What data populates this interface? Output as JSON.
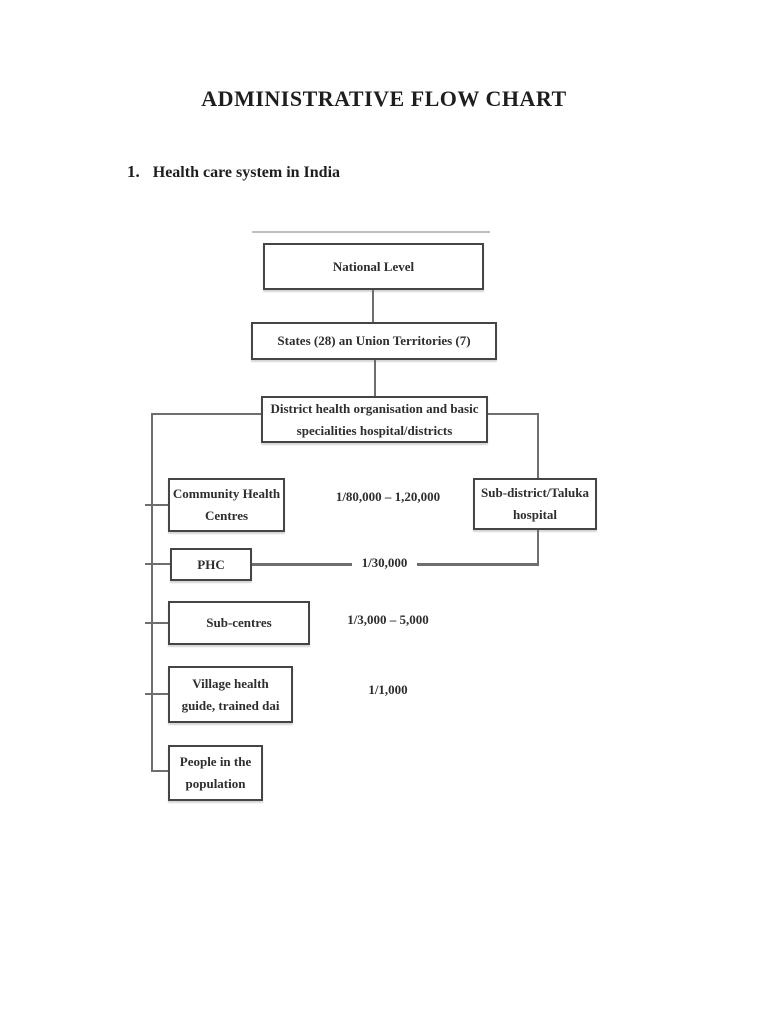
{
  "page": {
    "title": "ADMINISTRATIVE FLOW CHART",
    "section": {
      "number": "1.",
      "heading": "Health care system in India"
    }
  },
  "flowchart": {
    "nodes": {
      "national": {
        "lines": [
          "National Level"
        ]
      },
      "states": {
        "lines": [
          "States (28) an Union Territories (7)"
        ]
      },
      "district": {
        "lines": [
          "District health organisation and basic",
          "specialities hospital/districts"
        ]
      },
      "chc": {
        "lines": [
          "Community Health",
          "Centres"
        ]
      },
      "subdistrict": {
        "lines": [
          "Sub-district/Taluka",
          "hospital"
        ]
      },
      "phc": {
        "lines": [
          "PHC"
        ]
      },
      "subcentres": {
        "lines": [
          "Sub-centres"
        ]
      },
      "village": {
        "lines": [
          "Village health",
          "guide, trained dai"
        ]
      },
      "people": {
        "lines": [
          "People in the",
          "population"
        ]
      }
    },
    "ratios": {
      "chc": "1/80,000 – 1,20,000",
      "phc": "1/30,000",
      "subcentres": "1/3,000 – 5,000",
      "village": "1/1,000"
    },
    "colors": {
      "box_border": "#454545",
      "connector_line": "#6e6e6e",
      "text": "#2e2e2e",
      "ghost_line": "#c0c0c0"
    }
  }
}
